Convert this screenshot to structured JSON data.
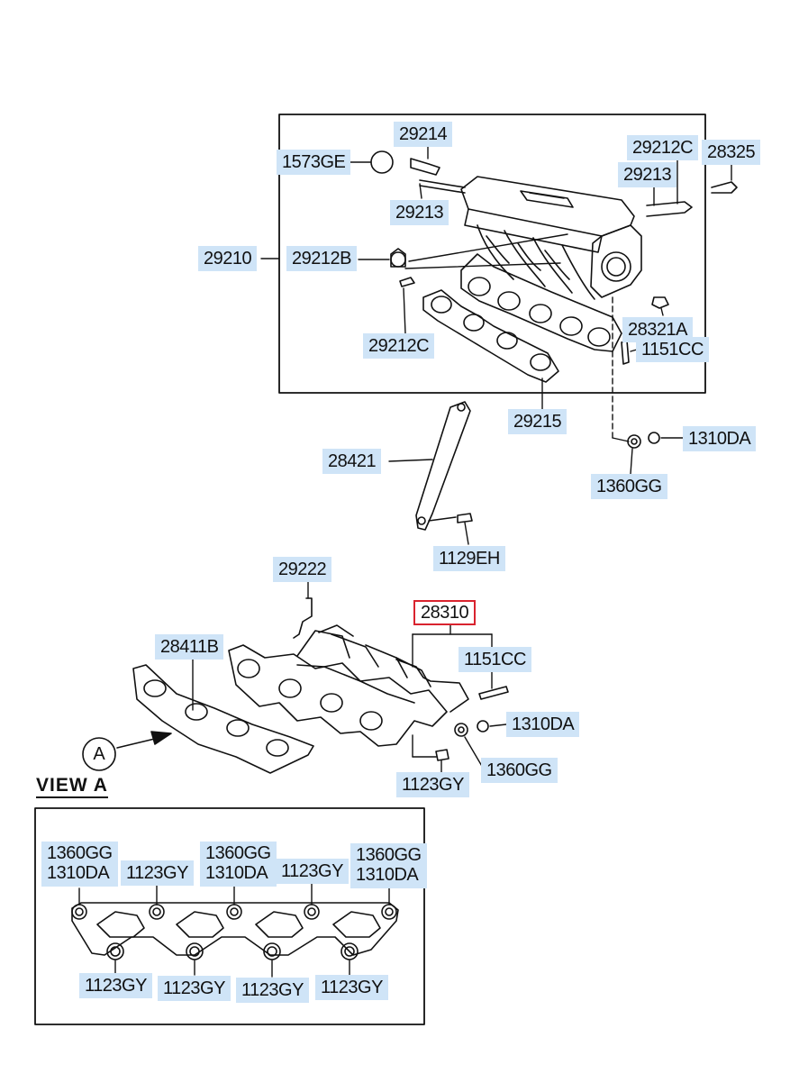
{
  "view_label": "VIEW  A",
  "view_marker": "A",
  "callouts": {
    "c29214": "29214",
    "c1573GE": "1573GE",
    "c29213_left": "29213",
    "c29212C_top": "29212C",
    "c28325": "28325",
    "c29213_right": "29213",
    "c29210": "29210",
    "c29212B": "29212B",
    "c29212C_mid": "29212C",
    "c28321A": "28321A",
    "c1151CC_top": "1151CC",
    "c29215": "29215",
    "c28421": "28421",
    "c1310DA_top": "1310DA",
    "c1360GG_top": "1360GG",
    "c1129EH": "1129EH",
    "c29222": "29222",
    "c28310": "28310",
    "c28411B": "28411B",
    "c1151CC_bottom": "1151CC",
    "c1310DA_bottom": "1310DA",
    "c1360GG_bottom": "1360GG",
    "c1123GY_bottom": "1123GY"
  },
  "view_a": {
    "top_labels": [
      {
        "line1": "1360GG",
        "line2": "1310DA"
      },
      {
        "line1": "1123GY"
      },
      {
        "line1": "1360GG",
        "line2": "1310DA"
      },
      {
        "line1": "1123GY"
      },
      {
        "line1": "1360GG",
        "line2": "1310DA"
      }
    ],
    "bottom_labels": [
      "1123GY",
      "1123GY",
      "1123GY",
      "1123GY"
    ]
  }
}
